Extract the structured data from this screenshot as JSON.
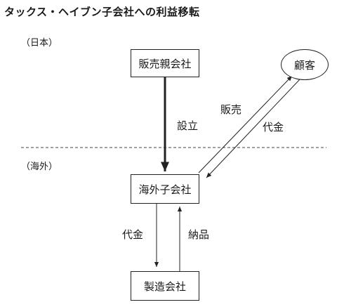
{
  "title": "タックス・ヘイブン子会社への利益移転",
  "regions": {
    "japan": "（日本）",
    "overseas": "（海外）"
  },
  "nodes": {
    "parent": "販売親会社",
    "customer": "顧客",
    "subsidiary": "海外子会社",
    "manufacturer": "製造会社"
  },
  "edges": {
    "establish": "設立",
    "sales": "販売",
    "payment_customer": "代金",
    "payment_manufacturer": "代金",
    "delivery": "納品"
  }
}
